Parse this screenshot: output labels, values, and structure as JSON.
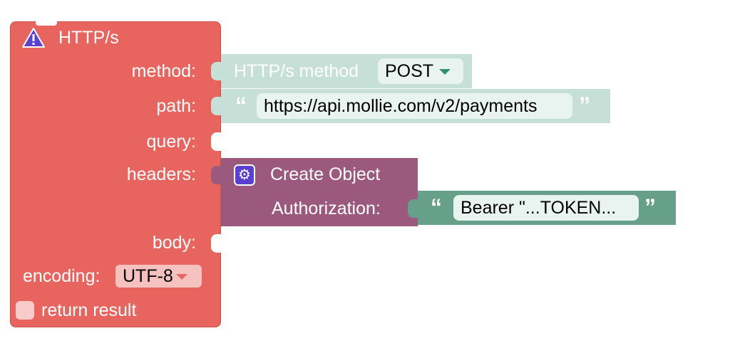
{
  "http_block": {
    "title": "HTTP/s",
    "method_label": "method:",
    "path_label": "path:",
    "query_label": "query:",
    "headers_label": "headers:",
    "body_label": "body:",
    "encoding_label": "encoding:",
    "encoding_value": "UTF-8",
    "return_result_label": "return result",
    "return_result_checked": false
  },
  "method_block": {
    "label": "HTTP/s method",
    "value": "POST"
  },
  "path_block": {
    "value": "https://api.mollie.com/v2/payments",
    "open_quote": "“",
    "close_quote": "”"
  },
  "create_object_block": {
    "title": "Create Object",
    "key_label": "Authorization:"
  },
  "auth_string_block": {
    "value": "Bearer \"...TOKEN...",
    "open_quote": "“",
    "close_quote": "”"
  },
  "colors": {
    "http_block": "#e8655f",
    "text_block": "#c6e0d8",
    "object_block": "#9b5a7d",
    "string_block": "#66a08a",
    "warning": "#5b3fcf"
  },
  "icons": {
    "warning": "warning-icon",
    "gear": "gear-icon",
    "dropdown": "chevron-down-icon"
  }
}
